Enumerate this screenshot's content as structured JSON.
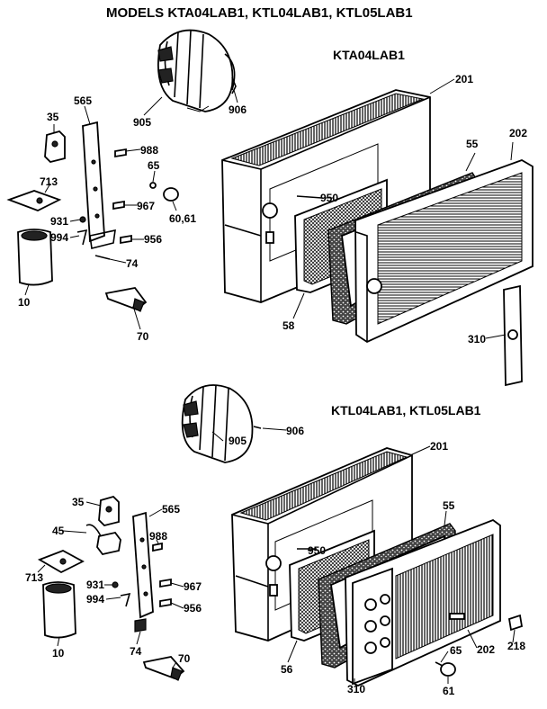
{
  "header": {
    "title": "MODELS KTA04LAB1, KTL04LAB1, KTL05LAB1",
    "top_model": "KTA04LAB1",
    "bottom_models": "KTL04LAB1, KTL05LAB1"
  },
  "top_labels": {
    "p905": "905",
    "p906": "906",
    "p201": "201",
    "p55": "55",
    "p202": "202",
    "p35": "35",
    "p565": "565",
    "p988": "988",
    "p65": "65",
    "p713": "713",
    "p950": "950",
    "p967": "967",
    "p931": "931",
    "p6061": "60,61",
    "p994": "994",
    "p956": "956",
    "p74": "74",
    "p10": "10",
    "p58": "58",
    "p310": "310",
    "p70": "70"
  },
  "bottom_labels": {
    "p905": "905",
    "p906": "906",
    "p201": "201",
    "p55": "55",
    "p35": "35",
    "p565": "565",
    "p45": "45",
    "p988": "988",
    "p950": "950",
    "p713": "713",
    "p931": "931",
    "p967": "967",
    "p994": "994",
    "p956": "956",
    "p10": "10",
    "p74": "74",
    "p56": "56",
    "p70": "70",
    "p310": "310",
    "p65": "65",
    "p202": "202",
    "p218": "218",
    "p61": "61"
  }
}
